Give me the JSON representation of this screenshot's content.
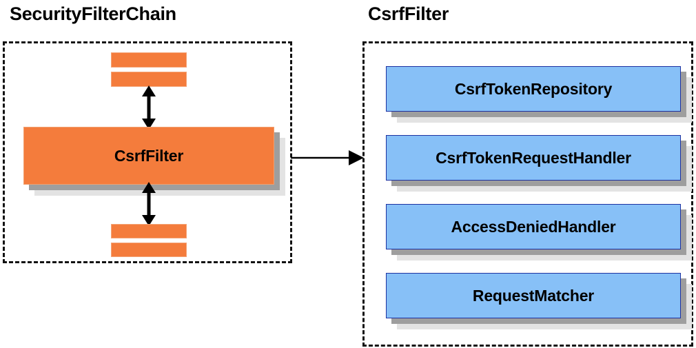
{
  "diagram": {
    "type": "architecture-block-diagram",
    "background": "#ffffff",
    "colors": {
      "orange_fill": "#f47c3c",
      "blue_fill": "#87c0f7",
      "blue_border": "#1c30a0",
      "shadow_dark": "#9e9e9e",
      "shadow_light": "#e3e3e3",
      "outline": "#111111",
      "text": "#000000"
    }
  },
  "panels": {
    "left": {
      "title": "SecurityFilterChain",
      "filters_above": [
        "",
        ""
      ],
      "main_node": "CsrfFilter",
      "filters_below": [
        "",
        ""
      ]
    },
    "right": {
      "title": "CsrfFilter",
      "collaborators": [
        {
          "label": "CsrfTokenRepository"
        },
        {
          "label": "CsrfTokenRequestHandler"
        },
        {
          "label": "AccessDeniedHandler"
        },
        {
          "label": "RequestMatcher"
        }
      ]
    }
  },
  "connectors": {
    "top_double_arrow": "bidirectional",
    "bottom_double_arrow": "bidirectional",
    "cross_panel_arrow": "unidirectional-right"
  }
}
